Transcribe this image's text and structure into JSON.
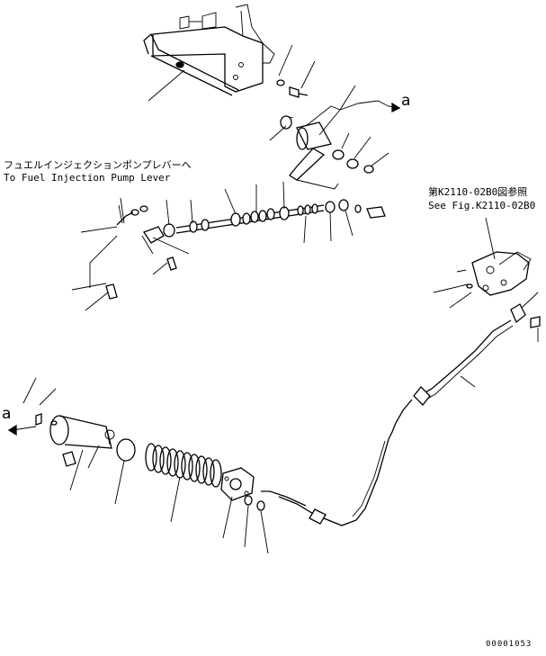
{
  "annotations": {
    "note_jp": "フュエルインジェクションポンプレバーへ",
    "note_en": "To Fuel Injection Pump Lever",
    "ref_jp": "第K2110-02B0図参照",
    "ref_en": "See Fig.K2110-02B0",
    "view_letter_top": "a",
    "view_letter_left": "a",
    "document_number": "00001053"
  }
}
